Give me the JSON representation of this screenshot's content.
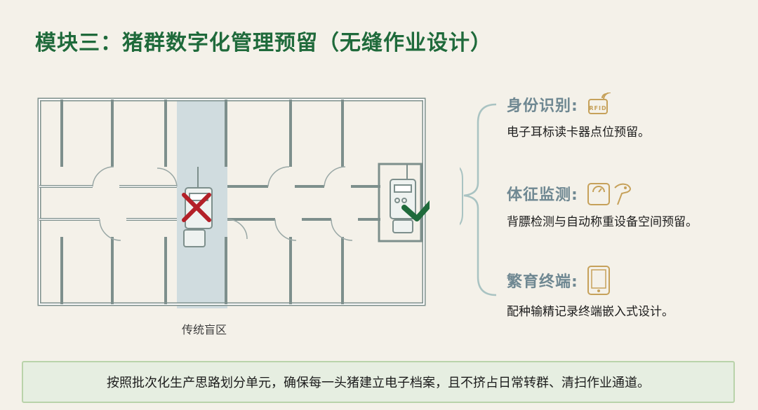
{
  "title": "模块三：猪群数字化管理预留（无缝作业设计）",
  "diagram": {
    "blind_zone_caption": "传统盲区"
  },
  "features": [
    {
      "title": "身份识别:",
      "desc": "电子耳标读卡器点位预留。",
      "icon": "rfid-icon",
      "badge": "RFID"
    },
    {
      "title": "体征监测:",
      "desc": "背膘检测与自动称重设备空间预留。",
      "icon": "scale-icon"
    },
    {
      "title": "繁育终端:",
      "desc": "配种输精记录终端嵌入式设计。",
      "icon": "tablet-icon"
    }
  ],
  "footer": "按照批次化生产思路划分单元，确保每一头猪建立电子档案，且不挤占日常转群、清扫作业通道。",
  "colors": {
    "title": "#1f6a3b",
    "feature_title": "#6f8892",
    "check": "#1f6a3b",
    "cross": "#b32028",
    "blind_zone": "#c9d8dd",
    "wall": "#7d8f8c",
    "icon": "#c6a15a",
    "footer_bg": "#e6eee1",
    "footer_border": "#b9d3aa"
  }
}
